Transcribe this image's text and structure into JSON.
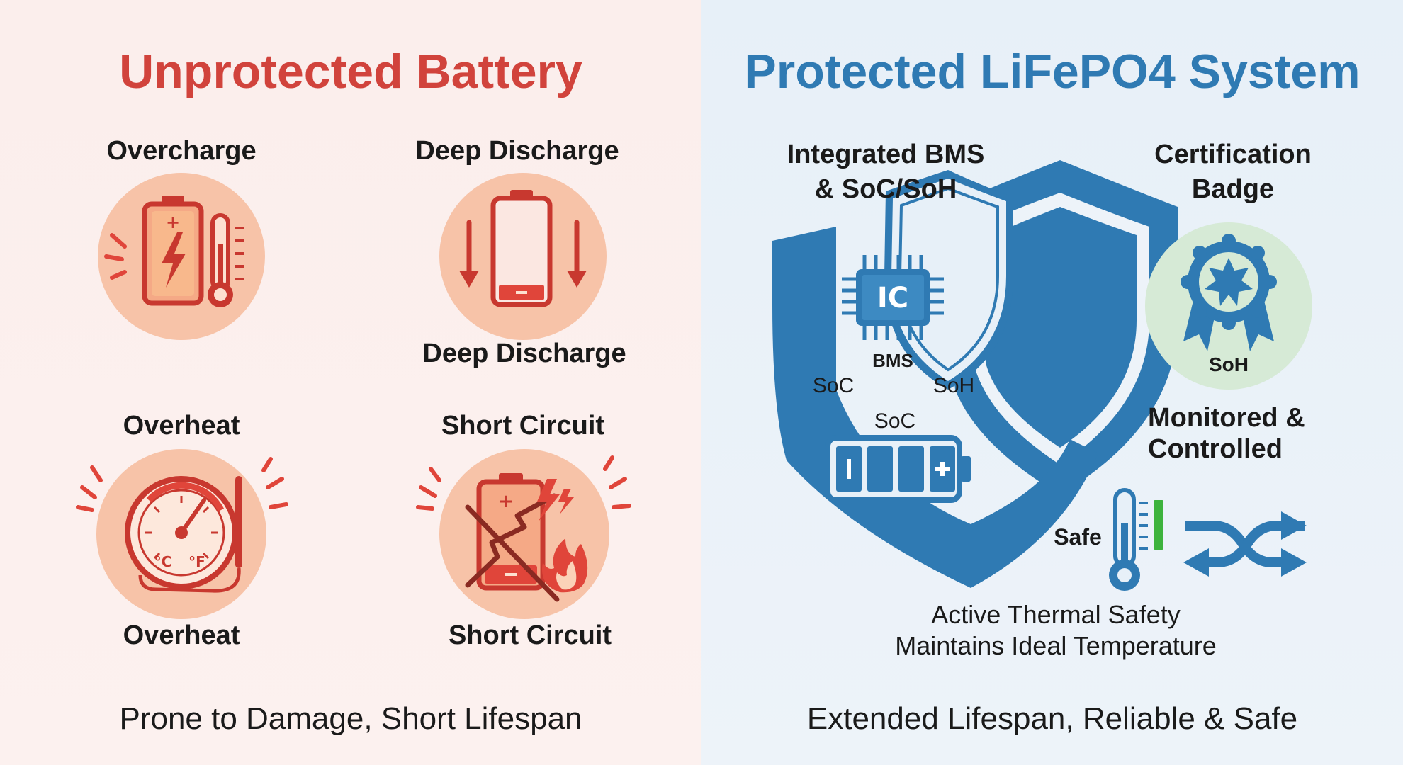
{
  "left": {
    "title": "Unprotected Battery",
    "overcharge_label": "Overcharge",
    "deep_discharge_label_top": "Deep Discharge",
    "deep_discharge_label_bottom": "Deep Discharge",
    "overheat_label_top": "Overheat",
    "overheat_label_bottom": "Overheat",
    "short_circuit_label_top": "Short Circuit",
    "short_circuit_label_bottom": "Short Circuit",
    "thermometer_units_c": "°C",
    "thermometer_units_f": "°F",
    "footer": "Prone to Damage, Short Lifespan"
  },
  "right": {
    "title": "Protected LiFePO4 System",
    "bms_label_line1": "Integrated BMS",
    "bms_label_line2": "& SoC/SoH",
    "chip_label": "IC",
    "chip_caption": "BMS",
    "soc_left": "SoC",
    "soh_right": "SoH",
    "battery_soc_label": "SoC",
    "cert_label_line1": "Certification",
    "cert_label_line2": "Badge",
    "cert_badge_caption": "SoH",
    "monitored_line1": "Monitored &",
    "monitored_line2": "Controlled",
    "safe_label": "Safe",
    "thermal_line1": "Active Thermal Safety",
    "thermal_line2": "Maintains Ideal Temperature",
    "footer": "Extended Lifespan, Reliable & Safe"
  },
  "colors": {
    "left_bg": "#fbeeec",
    "right_bg": "#e7f0f8",
    "red_accent": "#d1433c",
    "blue_accent": "#2f7ab3",
    "icon_circle": "#f7c3a8",
    "cert_circle": "#d6ead6",
    "safe_green": "#3db33d"
  },
  "icons": {
    "overcharge": "battery-lightning-thermometer-icon",
    "deep_discharge": "empty-battery-down-arrows-icon",
    "overheat": "temperature-gauge-icon",
    "short_circuit": "battery-spark-fire-icon",
    "bms": "chip-shield-icon",
    "certification": "rosette-badge-icon",
    "thermal": "thermometer-icon",
    "control": "shuffle-arrows-icon"
  }
}
